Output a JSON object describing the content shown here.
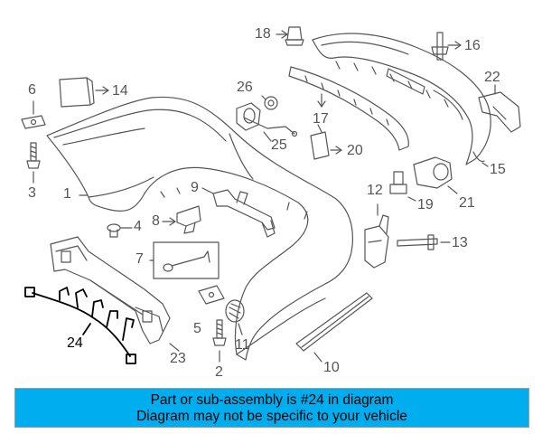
{
  "diagram": {
    "callouts": [
      {
        "id": "1",
        "label": "1"
      },
      {
        "id": "2",
        "label": "2"
      },
      {
        "id": "3",
        "label": "3"
      },
      {
        "id": "4",
        "label": "4"
      },
      {
        "id": "5",
        "label": "5"
      },
      {
        "id": "6",
        "label": "6"
      },
      {
        "id": "7",
        "label": "7"
      },
      {
        "id": "8",
        "label": "8"
      },
      {
        "id": "9",
        "label": "9"
      },
      {
        "id": "10",
        "label": "10"
      },
      {
        "id": "11",
        "label": "11"
      },
      {
        "id": "12",
        "label": "12"
      },
      {
        "id": "13",
        "label": "13"
      },
      {
        "id": "14",
        "label": "14"
      },
      {
        "id": "15",
        "label": "15"
      },
      {
        "id": "16",
        "label": "16"
      },
      {
        "id": "17",
        "label": "17"
      },
      {
        "id": "18",
        "label": "18"
      },
      {
        "id": "19",
        "label": "19"
      },
      {
        "id": "20",
        "label": "20"
      },
      {
        "id": "21",
        "label": "21"
      },
      {
        "id": "22",
        "label": "22"
      },
      {
        "id": "23",
        "label": "23"
      },
      {
        "id": "24",
        "label": "24"
      },
      {
        "id": "25",
        "label": "25"
      },
      {
        "id": "26",
        "label": "26"
      }
    ],
    "highlighted_part": "24",
    "colors": {
      "line": "#555555",
      "highlight": "#000000",
      "banner": "#00aeef"
    }
  },
  "footer": {
    "line1": "Part or sub-assembly is #24 in diagram",
    "line2": "Diagram may not be specific to your vehicle"
  }
}
